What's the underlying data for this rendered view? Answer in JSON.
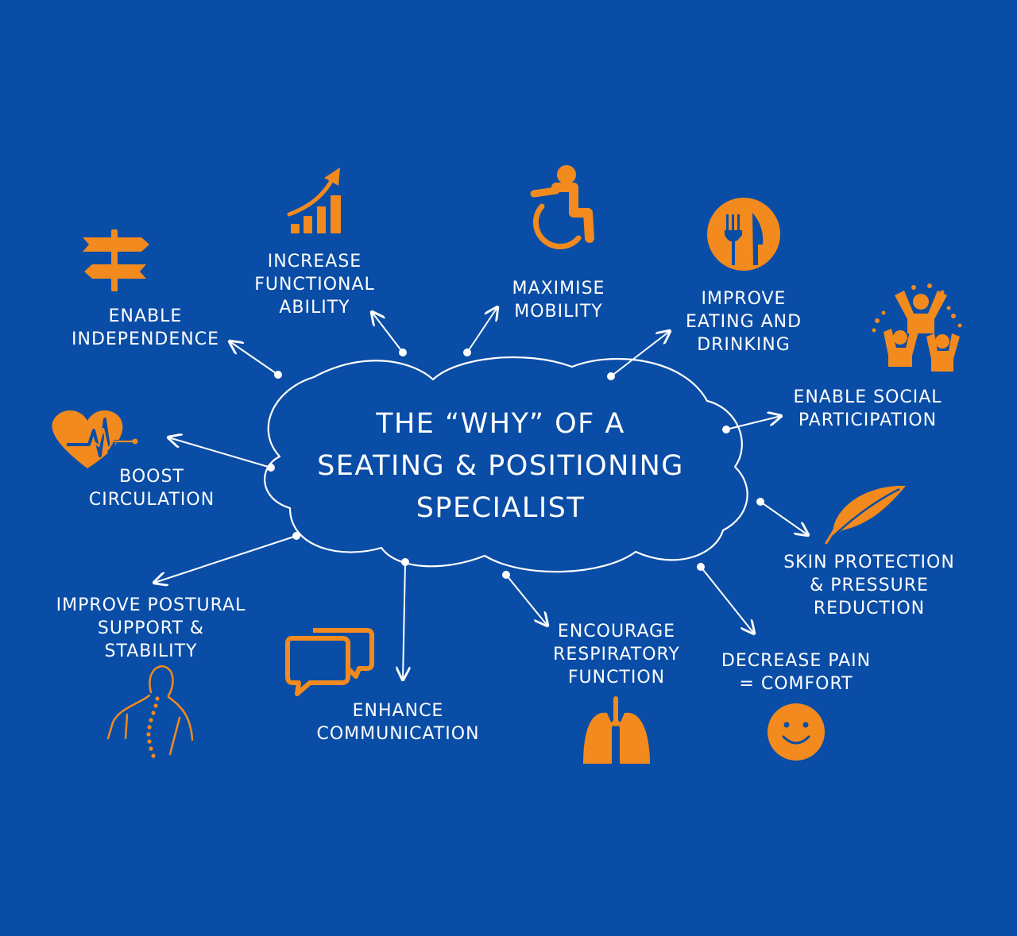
{
  "title": "THE “WHY” OF A\nSEATING & POSITIONING\nSPECIALIST",
  "colors": {
    "background": "#0a4da6",
    "accent": "#f28a1e",
    "text": "#ffffff"
  },
  "benefits": [
    {
      "id": "enable-independence",
      "label": "ENABLE\nINDEPENDENCE",
      "icon": "signpost-icon"
    },
    {
      "id": "increase-functional-ability",
      "label": "INCREASE\nFUNCTIONAL\nABILITY",
      "icon": "growth-chart-icon"
    },
    {
      "id": "maximise-mobility",
      "label": "MAXIMISE\nMOBILITY",
      "icon": "wheelchair-icon"
    },
    {
      "id": "improve-eating-and-drinking",
      "label": "IMPROVE\nEATING AND\nDRINKING",
      "icon": "fork-knife-icon"
    },
    {
      "id": "enable-social-participation",
      "label": "ENABLE SOCIAL\nPARTICIPATION",
      "icon": "people-group-icon"
    },
    {
      "id": "skin-protection",
      "label": "SKIN PROTECTION\n& PRESSURE\nREDUCTION",
      "icon": "feather-icon"
    },
    {
      "id": "decrease-pain",
      "label": "DECREASE PAIN\n= COMFORT",
      "icon": "smiley-icon"
    },
    {
      "id": "encourage-respiratory-function",
      "label": "ENCOURAGE\nRESPIRATORY\nFUNCTION",
      "icon": "lungs-icon"
    },
    {
      "id": "enhance-communication",
      "label": "ENHANCE\nCOMMUNICATION",
      "icon": "speech-bubbles-icon"
    },
    {
      "id": "improve-postural-support",
      "label": "IMPROVE POSTURAL\nSUPPORT &\nSTABILITY",
      "icon": "spine-icon"
    },
    {
      "id": "boost-circulation",
      "label": "BOOST\nCIRCULATION",
      "icon": "heart-pulse-icon"
    }
  ]
}
